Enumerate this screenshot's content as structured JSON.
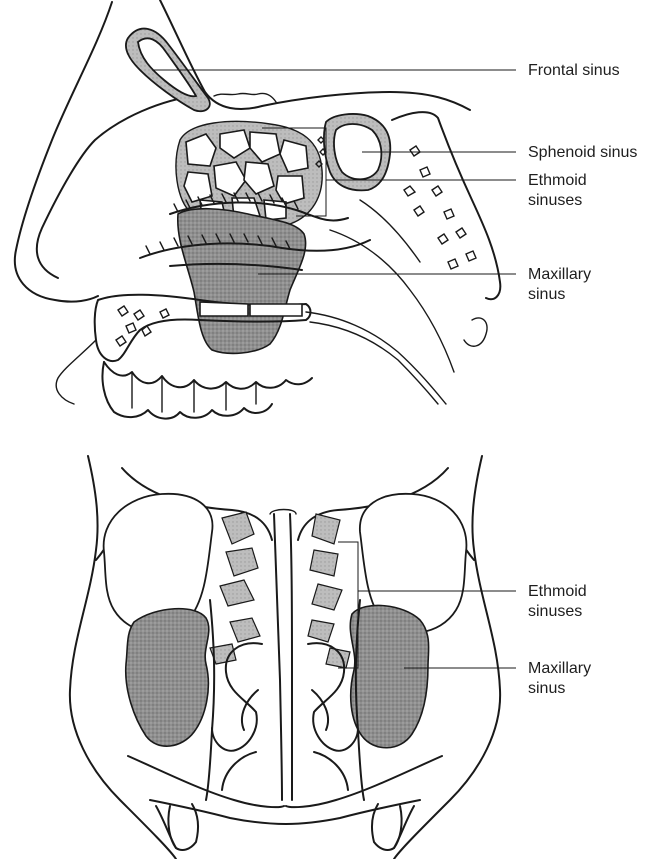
{
  "colors": {
    "ink": "#1a1a1a",
    "sinus_shade": "#8a8a8a",
    "ethmoid_cell_shade": "#b8b8b8",
    "background": "#ffffff"
  },
  "lateral_view": {
    "labels": {
      "frontal": "Frontal sinus",
      "sphenoid": "Sphenoid sinus",
      "ethmoid_line1": "Ethmoid",
      "ethmoid_line2": "sinuses",
      "maxillary_line1": "Maxillary",
      "maxillary_line2": "sinus"
    }
  },
  "frontal_view": {
    "labels": {
      "ethmoid_line1": "Ethmoid",
      "ethmoid_line2": "sinuses",
      "maxillary_line1": "Maxillary",
      "maxillary_line2": "sinus"
    }
  }
}
